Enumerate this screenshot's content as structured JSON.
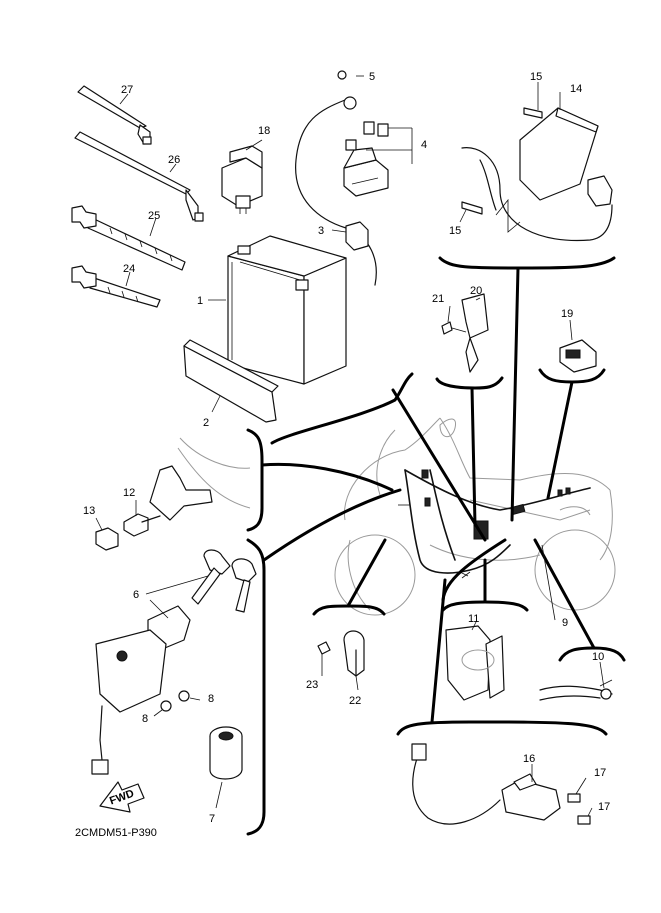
{
  "diagram": {
    "drawing_code": "2CMDM51-P390",
    "fwd_label": "FWD",
    "callouts": [
      {
        "id": "c1",
        "label": "1"
      },
      {
        "id": "c2",
        "label": "2"
      },
      {
        "id": "c3",
        "label": "3"
      },
      {
        "id": "c4",
        "label": "4"
      },
      {
        "id": "c5",
        "label": "5"
      },
      {
        "id": "c6",
        "label": "6"
      },
      {
        "id": "c7",
        "label": "7"
      },
      {
        "id": "c8a",
        "label": "8"
      },
      {
        "id": "c8b",
        "label": "8"
      },
      {
        "id": "c9",
        "label": "9"
      },
      {
        "id": "c10",
        "label": "10"
      },
      {
        "id": "c11",
        "label": "11"
      },
      {
        "id": "c12",
        "label": "12"
      },
      {
        "id": "c13",
        "label": "13"
      },
      {
        "id": "c14",
        "label": "14"
      },
      {
        "id": "c15a",
        "label": "15"
      },
      {
        "id": "c15b",
        "label": "15"
      },
      {
        "id": "c16",
        "label": "16"
      },
      {
        "id": "c17a",
        "label": "17"
      },
      {
        "id": "c17b",
        "label": "17"
      },
      {
        "id": "c18",
        "label": "18"
      },
      {
        "id": "c19",
        "label": "19"
      },
      {
        "id": "c20",
        "label": "20"
      },
      {
        "id": "c21",
        "label": "21"
      },
      {
        "id": "c22",
        "label": "22"
      },
      {
        "id": "c23",
        "label": "23"
      },
      {
        "id": "c24",
        "label": "24"
      },
      {
        "id": "c25",
        "label": "25"
      },
      {
        "id": "c26",
        "label": "26"
      },
      {
        "id": "c27",
        "label": "27"
      }
    ]
  }
}
